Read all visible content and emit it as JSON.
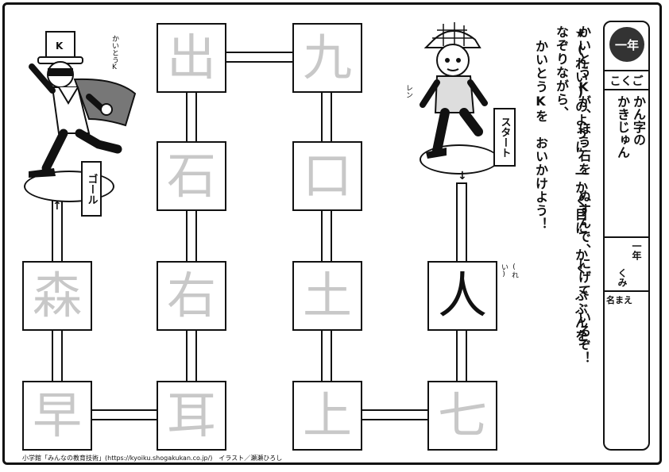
{
  "panel": {
    "grade": "一年",
    "subject": "こくご",
    "title_line1": "かん字の",
    "title_line2": "かきじゅん",
    "class_label": "一年",
    "kumi_label": "くみ",
    "name_label": "名まえ"
  },
  "instructions": {
    "line1": "かいとうKが、ほう石を　ぬすんで、にげて　いるぞ！",
    "line2": "★(れい)のように　一かく目に　かく　ぶぶんを　なぞりながら、",
    "line3": "かいとうKを　おいかけよう！"
  },
  "maze": {
    "example_label": "(れい)",
    "start_label": "スタート",
    "goal_label": "ゴール",
    "boxes": [
      "人",
      "土",
      "口",
      "九",
      "出",
      "石",
      "右",
      "耳",
      "早",
      "森",
      "七",
      "上"
    ]
  },
  "characters": {
    "thief_label": "かいとうK",
    "boy_label": "レン"
  },
  "footer": "小学館「みんなの教育技術」(https://kyoiku.shogakukan.co.jp/)　イラスト／瀬瀬ひろし"
}
